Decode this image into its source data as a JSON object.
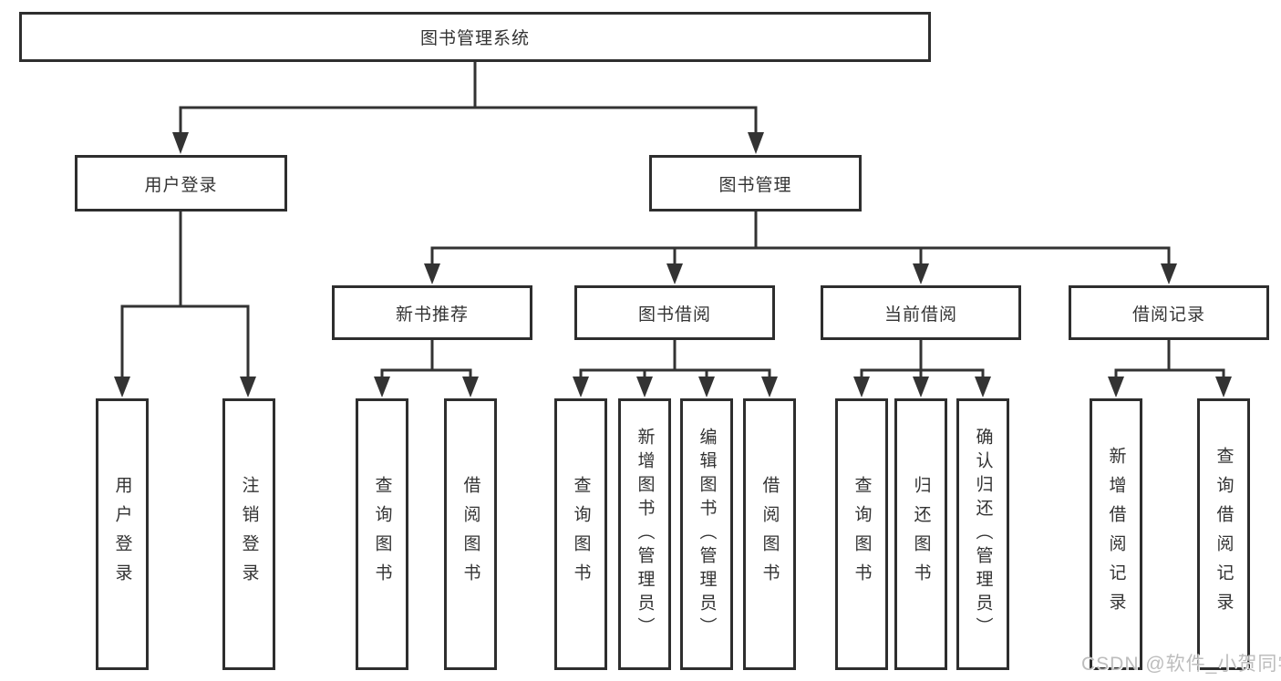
{
  "nodes": {
    "root": "图书管理系统",
    "level2": [
      "用户登录",
      "图书管理"
    ],
    "level3": [
      "新书推荐",
      "图书借阅",
      "当前借阅",
      "借阅记录"
    ],
    "user_login_children": [
      "用户登录",
      "注销登录"
    ],
    "new_book_recommend_children": [
      "查询图书",
      "借阅图书"
    ],
    "book_borrow_children": [
      "查询图书",
      "新增图书（管理员）",
      "编辑图书（管理员）",
      "借阅图书"
    ],
    "current_borrow_children": [
      "查询图书",
      "归还图书",
      "确认归还（管理员）"
    ],
    "borrow_records_children": [
      "新增借阅记录",
      "查询借阅记录"
    ]
  },
  "watermark": "CSDN @软件_小贺同学",
  "colors": {
    "line": "#333333",
    "text": "#333333",
    "border": "#2e2e2e",
    "bg": "#ffffff",
    "watermark": "#bdbdbd"
  }
}
